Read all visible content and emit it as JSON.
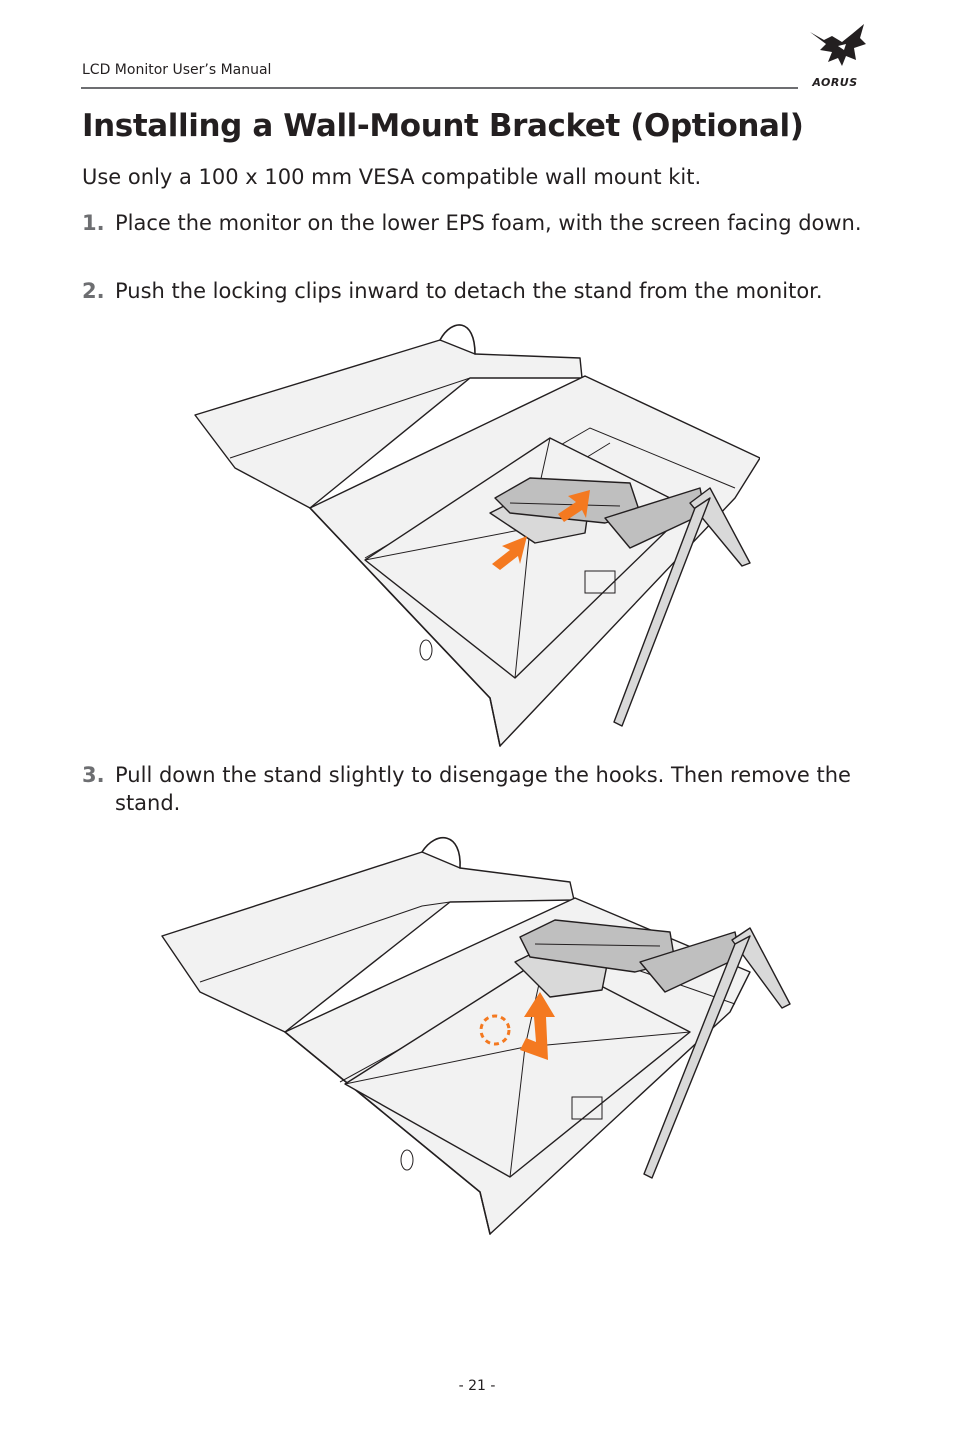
{
  "header": {
    "manual_title": "LCD Monitor User’s Manual",
    "logo_icon": "aorus-eagle-logo",
    "logo_text": "AORUS"
  },
  "section": {
    "title": "Installing a Wall-Mount Bracket (Optional)",
    "intro": "Use only a 100 x 100 mm VESA compatible wall mount kit."
  },
  "steps": [
    {
      "number": "1.",
      "text": "Place the monitor on the lower EPS foam, with the screen facing down."
    },
    {
      "number": "2.",
      "text": "Push the locking clips inward to detach the stand from the monitor."
    },
    {
      "number": "3.",
      "text": "Pull down the stand slightly to disengage the hooks. Then remove the stand."
    }
  ],
  "figures": [
    {
      "icon": "monitor-in-box-push-clips-illustration",
      "accent_color": "#f47920"
    },
    {
      "icon": "monitor-in-box-remove-stand-illustration",
      "accent_color": "#f47920"
    }
  ],
  "footer": {
    "page_number": "- 21 -"
  },
  "colors": {
    "text": "#231f20",
    "rule": "#6d6e71",
    "accent": "#f47920"
  }
}
